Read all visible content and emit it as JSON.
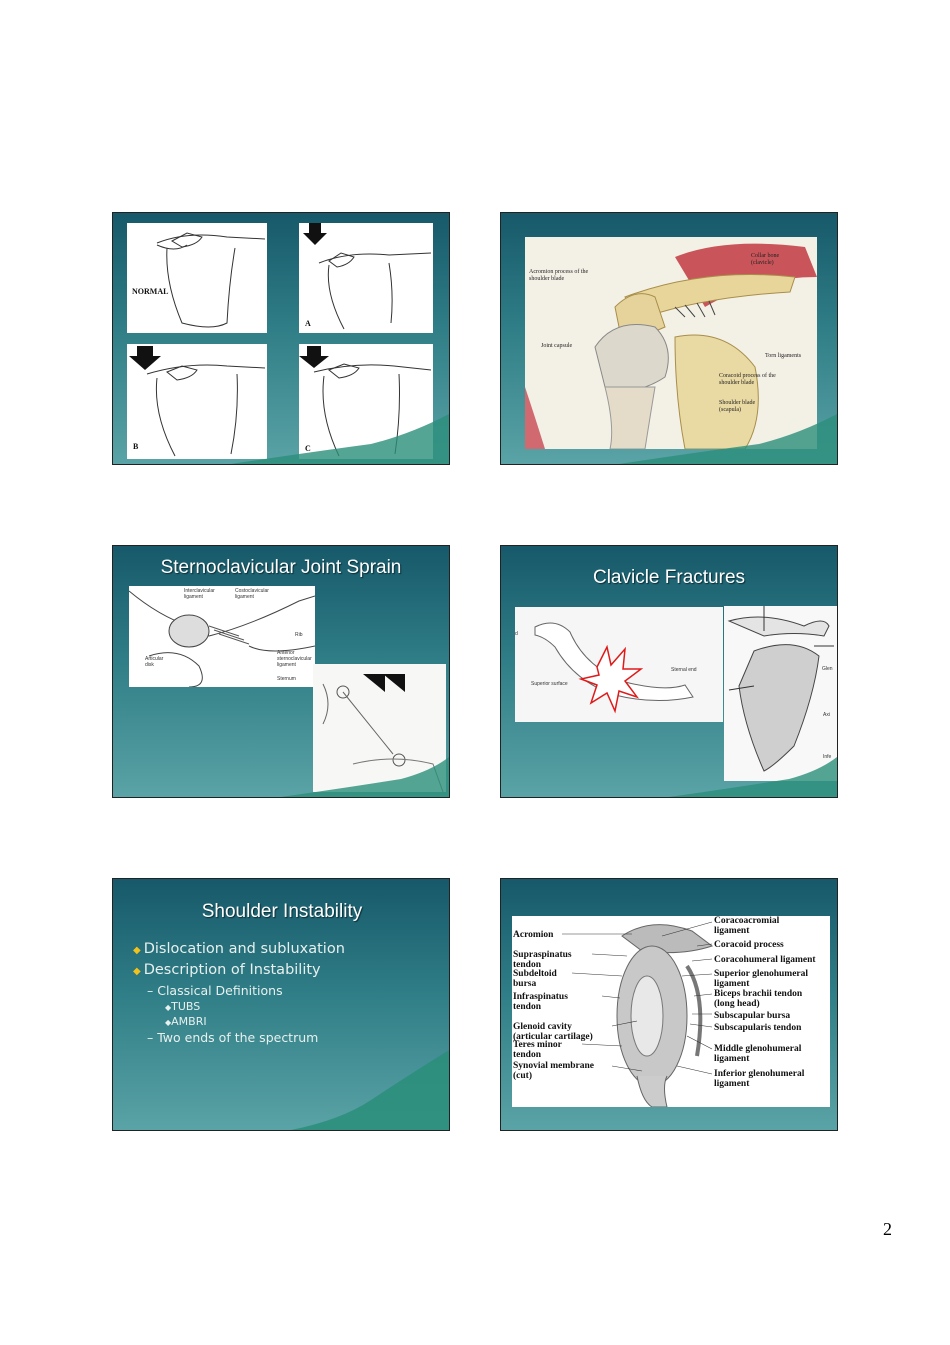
{
  "page_number": "2",
  "slides": [
    {
      "id": "slide-1",
      "panels": [
        {
          "label": "NORMAL"
        },
        {
          "label": "A"
        },
        {
          "label": "B"
        },
        {
          "label": "C"
        }
      ]
    },
    {
      "id": "slide-2",
      "labels": {
        "acromion": "Acromion process of the shoulder blade",
        "collar": "Collar bone (clavicle)",
        "capsule": "Joint capsule",
        "torn": "Torn ligaments",
        "coracoid": "Coracoid process of the shoulder blade",
        "scapula": "Shoulder blade (scapula)"
      }
    },
    {
      "id": "slide-3",
      "title": "Sternoclavicular Joint Sprain",
      "labels": {
        "interclav": "Interclavicular ligament",
        "costoclav": "Costoclavicular ligament",
        "rib": "Rib",
        "anterior": "Anterior sternoclavicular ligament",
        "articular": "Articular disk",
        "sternum": "Sternum"
      }
    },
    {
      "id": "slide-4",
      "title": "Clavicle Fractures",
      "labels": {
        "sternal": "Sternal end",
        "superior": "Superior surface",
        "left_d": "d",
        "glen": "Glen",
        "axi": "Axi",
        "infe": "Infe"
      }
    },
    {
      "id": "slide-5",
      "title": "Shoulder Instability",
      "bullets": [
        {
          "level": 1,
          "text": "Dislocation and subluxation"
        },
        {
          "level": 1,
          "text": "Description of Instability"
        },
        {
          "level": 2,
          "text": "– Classical Definitions"
        },
        {
          "level": 3,
          "text": "TUBS"
        },
        {
          "level": 3,
          "text": "AMBRI"
        },
        {
          "level": 2,
          "text": "– Two ends of the spectrum"
        }
      ]
    },
    {
      "id": "slide-6",
      "left_labels": [
        "Acromion",
        "Supraspinatus tendon",
        "Subdeltoid bursa",
        "Infraspinatus tendon",
        "Glenoid cavity (articular cartilage)",
        "Teres minor tendon",
        "Synovial membrane (cut)"
      ],
      "right_labels": [
        "Coracoacromial ligament",
        "Coracoid process",
        "Coracohumeral ligament",
        "Superior glenohumeral ligament",
        "Biceps brachii tendon (long head)",
        "Subscapular bursa",
        "Subscapularis tendon",
        "Middle glenohumeral ligament",
        "Inferior glenohumeral ligament"
      ]
    }
  ]
}
